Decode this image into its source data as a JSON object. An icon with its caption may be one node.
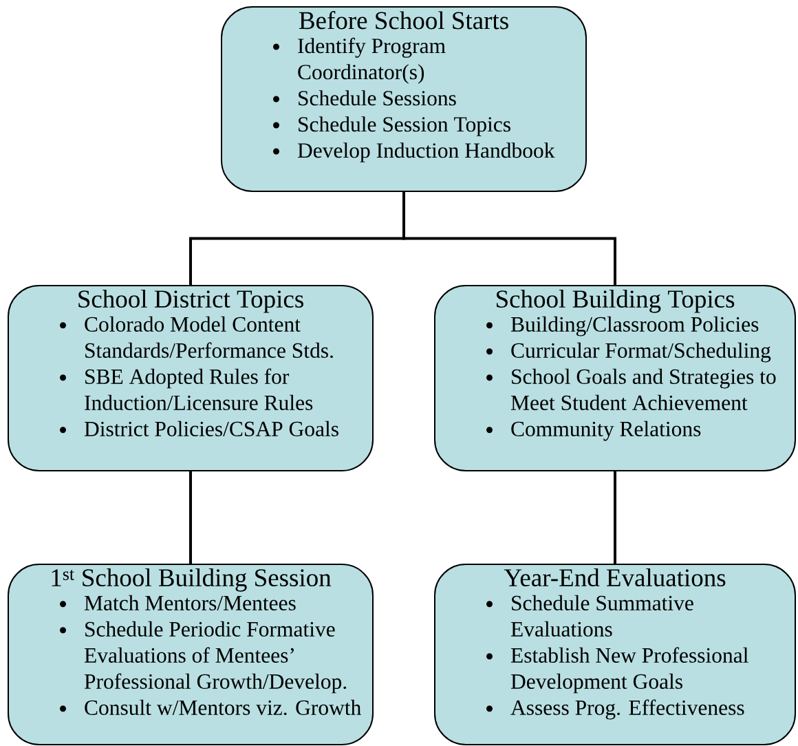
{
  "diagram": {
    "nodes": [
      {
        "text": [
          "Before School Starts",
          "Identify Program Coordinator(s)",
          "Schedule Sessions",
          "Schedule Session Topics",
          "Develop Induction Handbook"
        ]
      },
      {
        "text": [
          "School District Topics",
          "Colorado Model Content Standards/Performance Stds.",
          "SBE Adopted Rules for Induction/Licensure Rules",
          "District Policies/CSAP Goals"
        ]
      },
      {
        "text": [
          "School Building Topics",
          "Building/Classroom Policies",
          "Curricular Format/Scheduling",
          "School Goals and Strategies to Meet Student Achievement",
          "Community Relations"
        ]
      },
      {
        "text": [
          "1$^{st}$ School Building Session",
          "Match Mentors/Mentees",
          "Schedule Periodic Formative Evaluations of Mentees’ Professional Growth/Develop.",
          "Consult w/Mentors viz. Growth"
        ]
      },
      {
        "text": [
          "Year-End Evaluations",
          "Schedule Summative Evaluations",
          "Establish New Professional Development Goals",
          "Assess Prog. Effectiveness"
        ]
      }
    ],
    "edges": [
      {
        "from": 0,
        "to": 1,
        "arrow": "none"
      },
      {
        "from": 0,
        "to": 2,
        "arrow": "none"
      },
      {
        "from": 1,
        "to": 3,
        "arrow": "none"
      },
      {
        "from": 2,
        "to": 4,
        "arrow": "none"
      }
    ]
  }
}
